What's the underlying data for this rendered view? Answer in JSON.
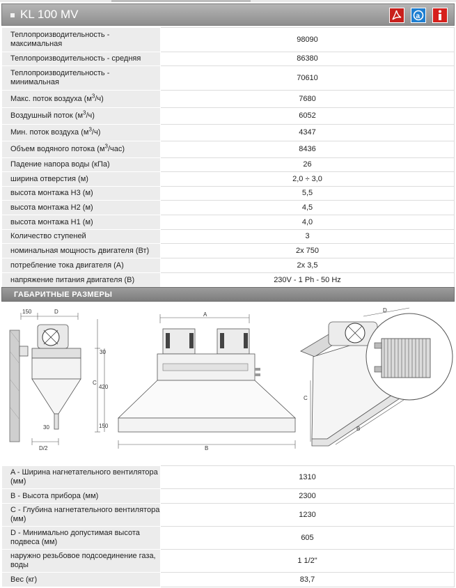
{
  "header": {
    "title": "KL 100 MV"
  },
  "icons": {
    "pdf": "pdf-icon",
    "cad": "autocad-icon",
    "info": "info-icon"
  },
  "colors": {
    "pdf": "#c8201c",
    "cad": "#1e7fd1",
    "info": "#d6201c",
    "titlebar": "#9e9e9e"
  },
  "specs": [
    {
      "label": "Теплопроизводительность - максимальная",
      "value": "98090"
    },
    {
      "label": "Теплопроизводительность - средняя",
      "value": "86380"
    },
    {
      "label": "Теплопроизводительность - минимальная",
      "value": "70610"
    },
    {
      "label": "Макс. поток воздуха (м",
      "sup": "3",
      "after": "/ч)",
      "value": "7680"
    },
    {
      "label": "Воздушный поток (м",
      "sup": "3",
      "after": "/ч)",
      "value": "6052"
    },
    {
      "label": "Мин. поток воздуха (м",
      "sup": "3",
      "after": "/ч)",
      "value": "4347"
    },
    {
      "label": "Объем водяного потока (м",
      "sup": "3",
      "after": "/час)",
      "value": "8436"
    },
    {
      "label": "Падение напора воды (кПа)",
      "value": "26"
    },
    {
      "label": "ширина отверстия (м)",
      "value": "2,0 ÷ 3,0"
    },
    {
      "label": "высота монтажа H3 (м)",
      "value": "5,5"
    },
    {
      "label": "высота монтажа H2 (м)",
      "value": "4,5"
    },
    {
      "label": "высота монтажа H1 (м)",
      "value": "4,0"
    },
    {
      "label": "Количество ступеней",
      "value": "3"
    },
    {
      "label": "номинальная мощность двигателя (Вт)",
      "value": "2x 750"
    },
    {
      "label": "потребление тока двигателя (А)",
      "value": "2x 3,5"
    },
    {
      "label": "напряжение питания двигателя (В)",
      "value": "230V - 1 Ph - 50 Hz"
    }
  ],
  "section": {
    "title": "ГАБАРИТНЫЕ РАЗМЕРЫ"
  },
  "drawing": {
    "dims": {
      "d150": "150",
      "D": "D",
      "d30": "30",
      "D2": "D/2",
      "C": "C",
      "A": "A",
      "B": "B",
      "d420": "420"
    }
  },
  "dimensions": [
    {
      "label": "A - Ширина нагнетательного вентилятора (мм)",
      "value": "1310"
    },
    {
      "label": "B - Высота прибора (мм)",
      "value": "2300"
    },
    {
      "label": "C - Глубина нагнетательного вентилятора (мм)",
      "value": "1230"
    },
    {
      "label": "D - Минимально допустимая высота подвеса (мм)",
      "value": "605"
    },
    {
      "label": "наружно резьбовое подсоединение газа, воды",
      "value": "1 1/2\""
    },
    {
      "label": "Вес (кг)",
      "value": "83,7"
    }
  ]
}
